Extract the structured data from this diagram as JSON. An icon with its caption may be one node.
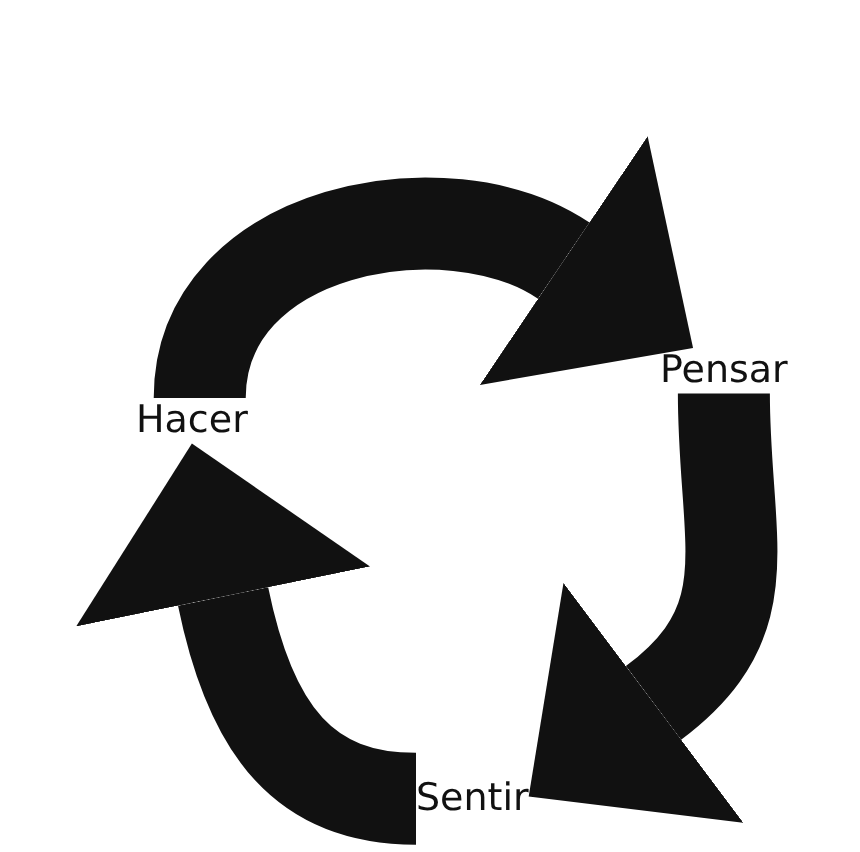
{
  "diagram": {
    "nodes": [
      {
        "text": [
          "Hacer"
        ]
      },
      {
        "text": [
          "Pensar"
        ]
      },
      {
        "text": [
          "Sentir"
        ]
      }
    ],
    "edges": [
      {
        "from": 0,
        "to": 1,
        "arrow": "to"
      },
      {
        "from": 1,
        "to": 2,
        "arrow": "to"
      },
      {
        "from": 2,
        "to": 0,
        "arrow": "to"
      }
    ]
  }
}
